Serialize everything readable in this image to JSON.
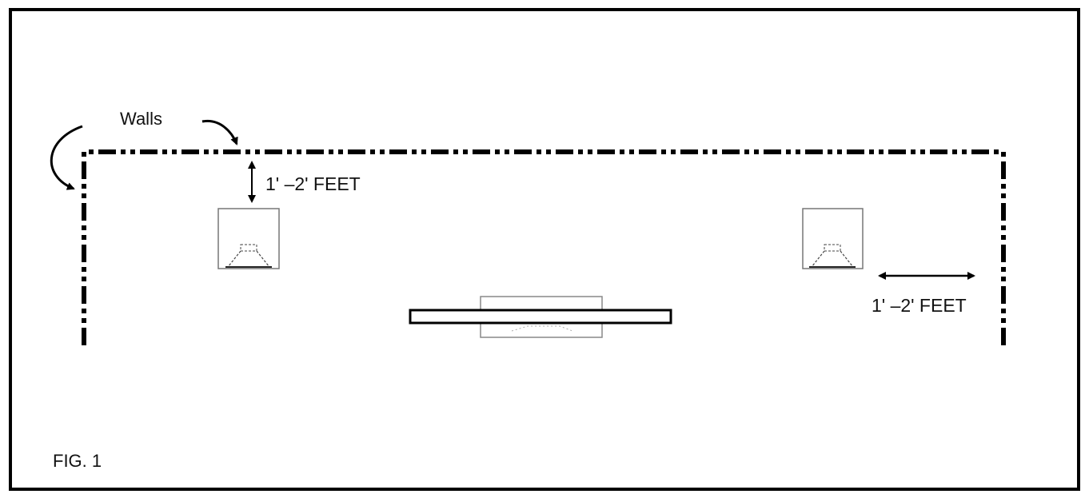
{
  "walls_label": "Walls",
  "top_gap_label": "1' –2' FEET",
  "side_gap_label": "1' –2' FEET",
  "figure_label": "FIG. 1",
  "colors": {
    "line": "#000000",
    "thin_line": "#888888",
    "background": "#ffffff"
  }
}
